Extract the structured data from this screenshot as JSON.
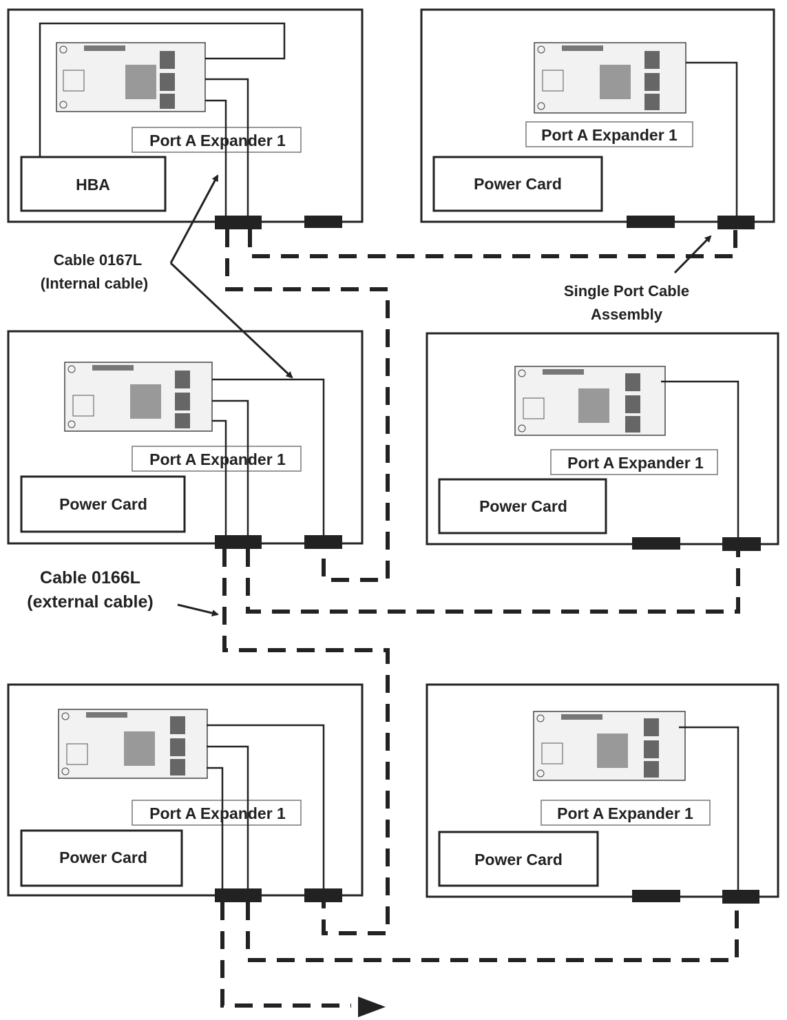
{
  "chassis": [
    {
      "id": "top-left",
      "card_label": "HBA",
      "port_label": "Port A Expander 1"
    },
    {
      "id": "top-right",
      "card_label": "Power Card",
      "port_label": "Port A Expander 1"
    },
    {
      "id": "mid-left",
      "card_label": "Power Card",
      "port_label": "Port A Expander 1"
    },
    {
      "id": "mid-right",
      "card_label": "Power Card",
      "port_label": "Port A Expander 1"
    },
    {
      "id": "bot-left",
      "card_label": "Power Card",
      "port_label": "Port A Expander 1"
    },
    {
      "id": "bot-right",
      "card_label": "Power Card",
      "port_label": "Port A Expander 1"
    }
  ],
  "callouts": {
    "internal_cable": {
      "line1": "Cable 0167L",
      "line2": "(Internal cable)"
    },
    "external_cable": {
      "line1": "Cable 0166L",
      "line2": "(external cable)"
    },
    "single_port": {
      "line1": "Single Port Cable",
      "line2": "Assembly"
    }
  },
  "colors": {
    "line": "#222222",
    "background": "#ffffff",
    "board": "#f2f2f2"
  }
}
